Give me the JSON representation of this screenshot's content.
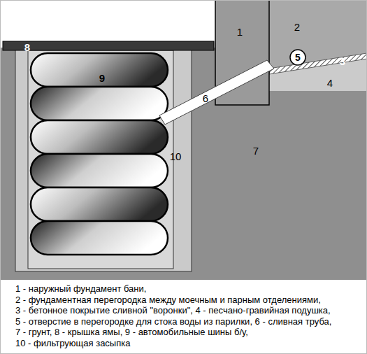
{
  "diagram": {
    "nodes": [
      {
        "text": [
          "5"
        ]
      }
    ],
    "labels": [
      "1",
      "2",
      "3",
      "4",
      "6",
      "7",
      "8",
      "9",
      "10",
      "1 - наружный фундамент бани,",
      "2 - фундаментная перегородка между моечным и парным отделениями,",
      "3 - бетонное покрытие сливной \"воронки\", 4 - песчано-гравийная подушка,",
      "5 - отверстие в перегородке для стока воды из парилки, 6 - сливная труба,",
      "7 - грунт, 8 - крышка ямы, 9 - автомобильные шины б/у,",
      "10 - фильтрующая засыпка"
    ]
  }
}
